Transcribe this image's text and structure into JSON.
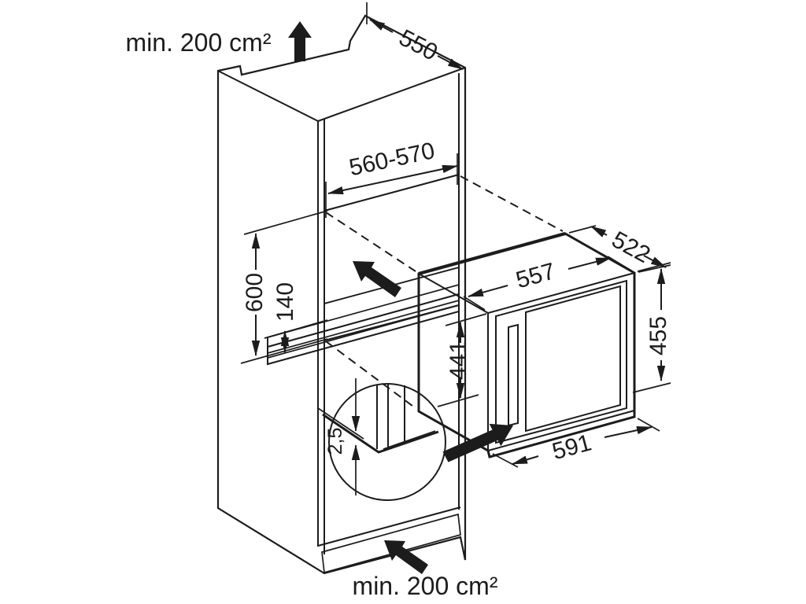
{
  "diagram": {
    "type": "built-in appliance installation drawing",
    "labels": {
      "top_vent": "min. 200 cm²",
      "bottom_vent": "min. 200 cm²"
    },
    "dimensions": {
      "cabinet_depth": "550",
      "niche_width": "560-570",
      "niche_height": "600",
      "rail_height": "140",
      "appliance_depth": "522",
      "appliance_width": "557",
      "appliance_height": "441",
      "front_height": "455",
      "front_width": "591",
      "door_overlap": "2,5"
    },
    "colors": {
      "line": "#1c1c1c",
      "niche_wall": "#ececec",
      "niche_floor": "#d9d9d9",
      "vent_panel": "#d6d6d6",
      "background": "#ffffff"
    }
  }
}
